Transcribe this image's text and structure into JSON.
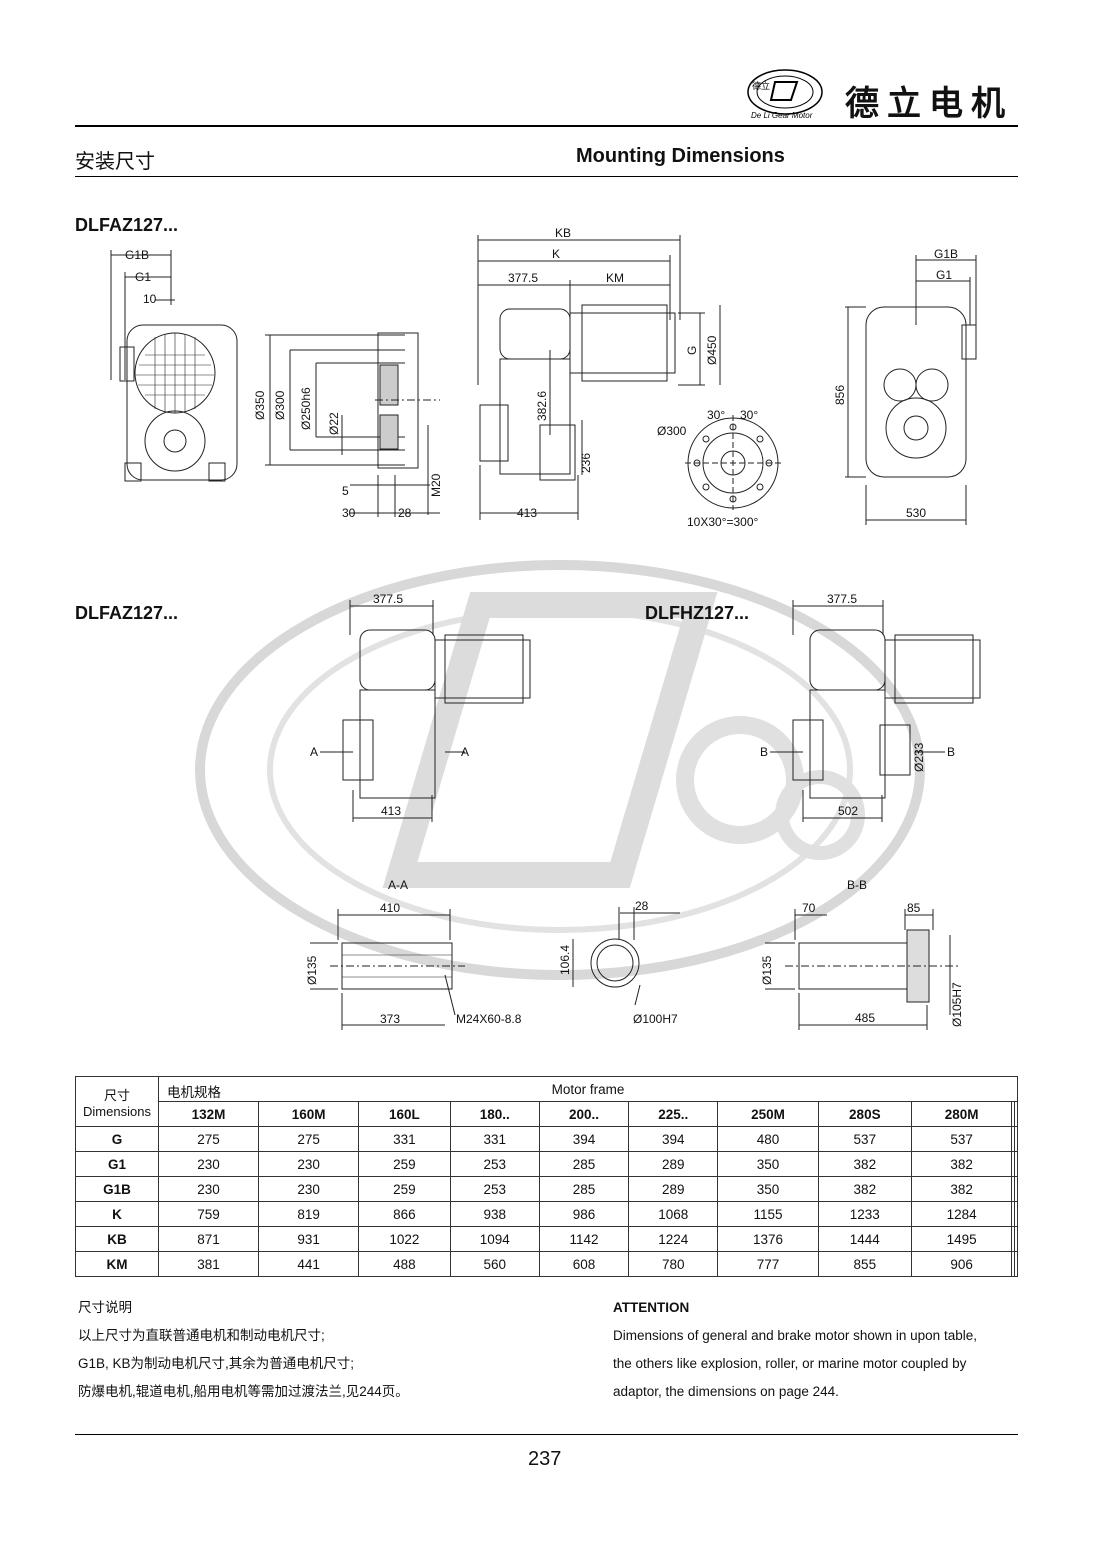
{
  "header": {
    "brand_cn": "德立电机",
    "logo_ring_text": "De Li Gear Motor",
    "logo_cn": "德立"
  },
  "title": {
    "cn": "安装尺寸",
    "en": "Mounting Dimensions"
  },
  "models": {
    "top": "DLFAZ127...",
    "mid_left": "DLFAZ127...",
    "mid_right": "DLFHZ127..."
  },
  "drawing_labels": {
    "v1": [
      "G1B",
      "G1",
      "10",
      "Ø350",
      "Ø300",
      "Ø250h6",
      "Ø22",
      "5",
      "30",
      "28",
      "M20"
    ],
    "v2": [
      "KB",
      "K",
      "377.5",
      "KM",
      "G",
      "Ø450",
      "382.6",
      "236",
      "413",
      "Ø300",
      "30°",
      "30°",
      "10X30°=300°"
    ],
    "v3": [
      "G1B",
      "G1",
      "856",
      "530"
    ],
    "v4": [
      "377.5",
      "A",
      "A",
      "413"
    ],
    "v5": [
      "377.5",
      "B",
      "B",
      "Ø233",
      "502"
    ],
    "v6": [
      "A-A",
      "410",
      "Ø135",
      "373",
      "M24X60-8.8"
    ],
    "v7": [
      "28",
      "106.4",
      "Ø100H7"
    ],
    "v8": [
      "B-B",
      "70",
      "85",
      "Ø135",
      "485",
      "Ø105H7"
    ]
  },
  "table": {
    "corner_cn": "尺寸",
    "corner_en": "Dimensions",
    "motor_cn": "电机规格",
    "motor_en": "Motor frame",
    "frames": [
      "132M",
      "160M",
      "160L",
      "180..",
      "200..",
      "225..",
      "250M",
      "280S",
      "280M",
      "",
      ""
    ],
    "rows": [
      {
        "name": "G",
        "values": [
          "275",
          "275",
          "331",
          "331",
          "394",
          "394",
          "480",
          "537",
          "537",
          "",
          ""
        ]
      },
      {
        "name": "G1",
        "values": [
          "230",
          "230",
          "259",
          "253",
          "285",
          "289",
          "350",
          "382",
          "382",
          "",
          ""
        ]
      },
      {
        "name": "G1B",
        "values": [
          "230",
          "230",
          "259",
          "253",
          "285",
          "289",
          "350",
          "382",
          "382",
          "",
          ""
        ]
      },
      {
        "name": "K",
        "values": [
          "759",
          "819",
          "866",
          "938",
          "986",
          "1068",
          "1155",
          "1233",
          "1284",
          "",
          ""
        ]
      },
      {
        "name": "KB",
        "values": [
          "871",
          "931",
          "1022",
          "1094",
          "1142",
          "1224",
          "1376",
          "1444",
          "1495",
          "",
          ""
        ]
      },
      {
        "name": "KM",
        "values": [
          "381",
          "441",
          "488",
          "560",
          "608",
          "780",
          "777",
          "855",
          "906",
          "",
          ""
        ]
      }
    ]
  },
  "notes_cn": {
    "title": "尺寸说明",
    "lines": [
      "以上尺寸为直联普通电机和制动电机尺寸;",
      "G1B, KB为制动电机尺寸,其余为普通电机尺寸;",
      "防爆电机,辊道电机,船用电机等需加过渡法兰,见244页。"
    ]
  },
  "notes_en": {
    "title": "ATTENTION",
    "lines": [
      "Dimensions of general and brake motor shown in upon table,",
      "the others like explosion, roller, or marine motor coupled by",
      "adaptor, the dimensions on page 244."
    ]
  },
  "page_number": "237",
  "colors": {
    "watermark": "#d8d8d8",
    "line": "#222222"
  }
}
